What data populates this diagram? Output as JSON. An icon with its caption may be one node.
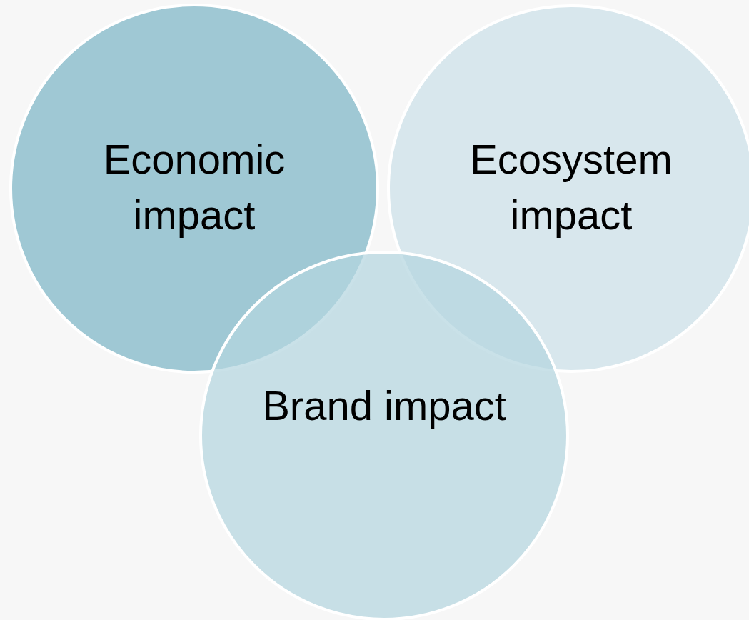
{
  "diagram": {
    "nodes": [
      {
        "text": [
          "Economic impact"
        ]
      },
      {
        "text": [
          "Ecosystem impact"
        ]
      },
      {
        "text": [
          "Brand impact"
        ]
      }
    ]
  }
}
